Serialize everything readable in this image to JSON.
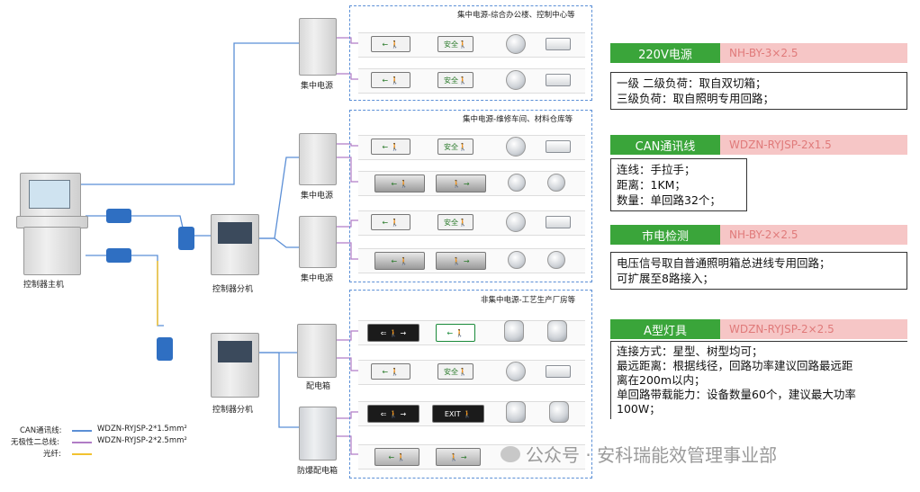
{
  "labels": {
    "controller_host": "控制器主机",
    "controller_sub_1": "控制器分机",
    "controller_sub_2": "控制器分机",
    "central_power_1": "集中电源",
    "central_power_2": "集中电源",
    "central_power_3": "集中电源",
    "distribution_box": "配电箱",
    "explosion_box": "防爆配电箱"
  },
  "groups": {
    "g1_title": "集中电源-综合办公楼、控制中心等",
    "g2_title": "集中电源-维修车间、材料仓库等",
    "g3_title": "非集中电源-工艺生产厂房等"
  },
  "signs": {
    "exit_label": "EXIT",
    "safety_label": "安全"
  },
  "legend": {
    "can_label": "CAN通讯线:",
    "can_value": "WDZN-RYJSP-2*1.5mm²",
    "bus_label": "无极性二总线:",
    "bus_value": "WDZN-RYJSP-2*2.5mm²",
    "fiber_label": "光纤:"
  },
  "cards": [
    {
      "head": "220V电源",
      "cable": "NH-BY-3×2.5",
      "lines": [
        "一级 二级负荷：取自双切箱；",
        "三级负荷：取自照明专用回路；"
      ]
    },
    {
      "head": "CAN通讯线",
      "cable": "WDZN-RYJSP-2x1.5",
      "lines": [
        "连线：手拉手；",
        "距离：1KM；",
        "数量：单回路32个；"
      ]
    },
    {
      "head": "市电检测",
      "cable": "NH-BY-2×2.5",
      "lines": [
        "电压信号取自普通照明箱总进线专用回路；",
        "可扩展至8路接入；"
      ]
    },
    {
      "head": "A型灯具",
      "cable": "WDZN-RYJSP-2×2.5",
      "lines": [
        "连接方式：星型、树型均可；",
        "最远距离：根据线径，回路功率建议回路最远距",
        "离在200m以内；",
        "单回路带载能力：设备数量60个，建议最大功率",
        "100W；"
      ]
    }
  ],
  "watermark": "公众号 · 安科瑞能效管理事业部",
  "colors": {
    "can": "#5b8fd6",
    "bus": "#b07cc6",
    "fiber": "#f2c230",
    "card_green": "#3aa53a",
    "card_pink": "#f6c6c6"
  }
}
